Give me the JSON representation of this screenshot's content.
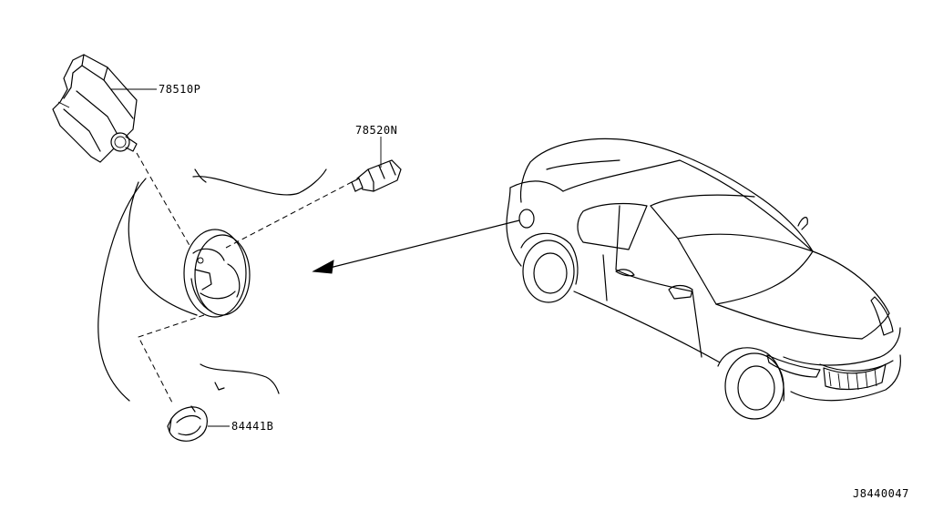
{
  "parts": {
    "p78510P": "78510P",
    "p78520N": "78520N",
    "p84441B": "84441B"
  },
  "diagram_code": "J8440047"
}
